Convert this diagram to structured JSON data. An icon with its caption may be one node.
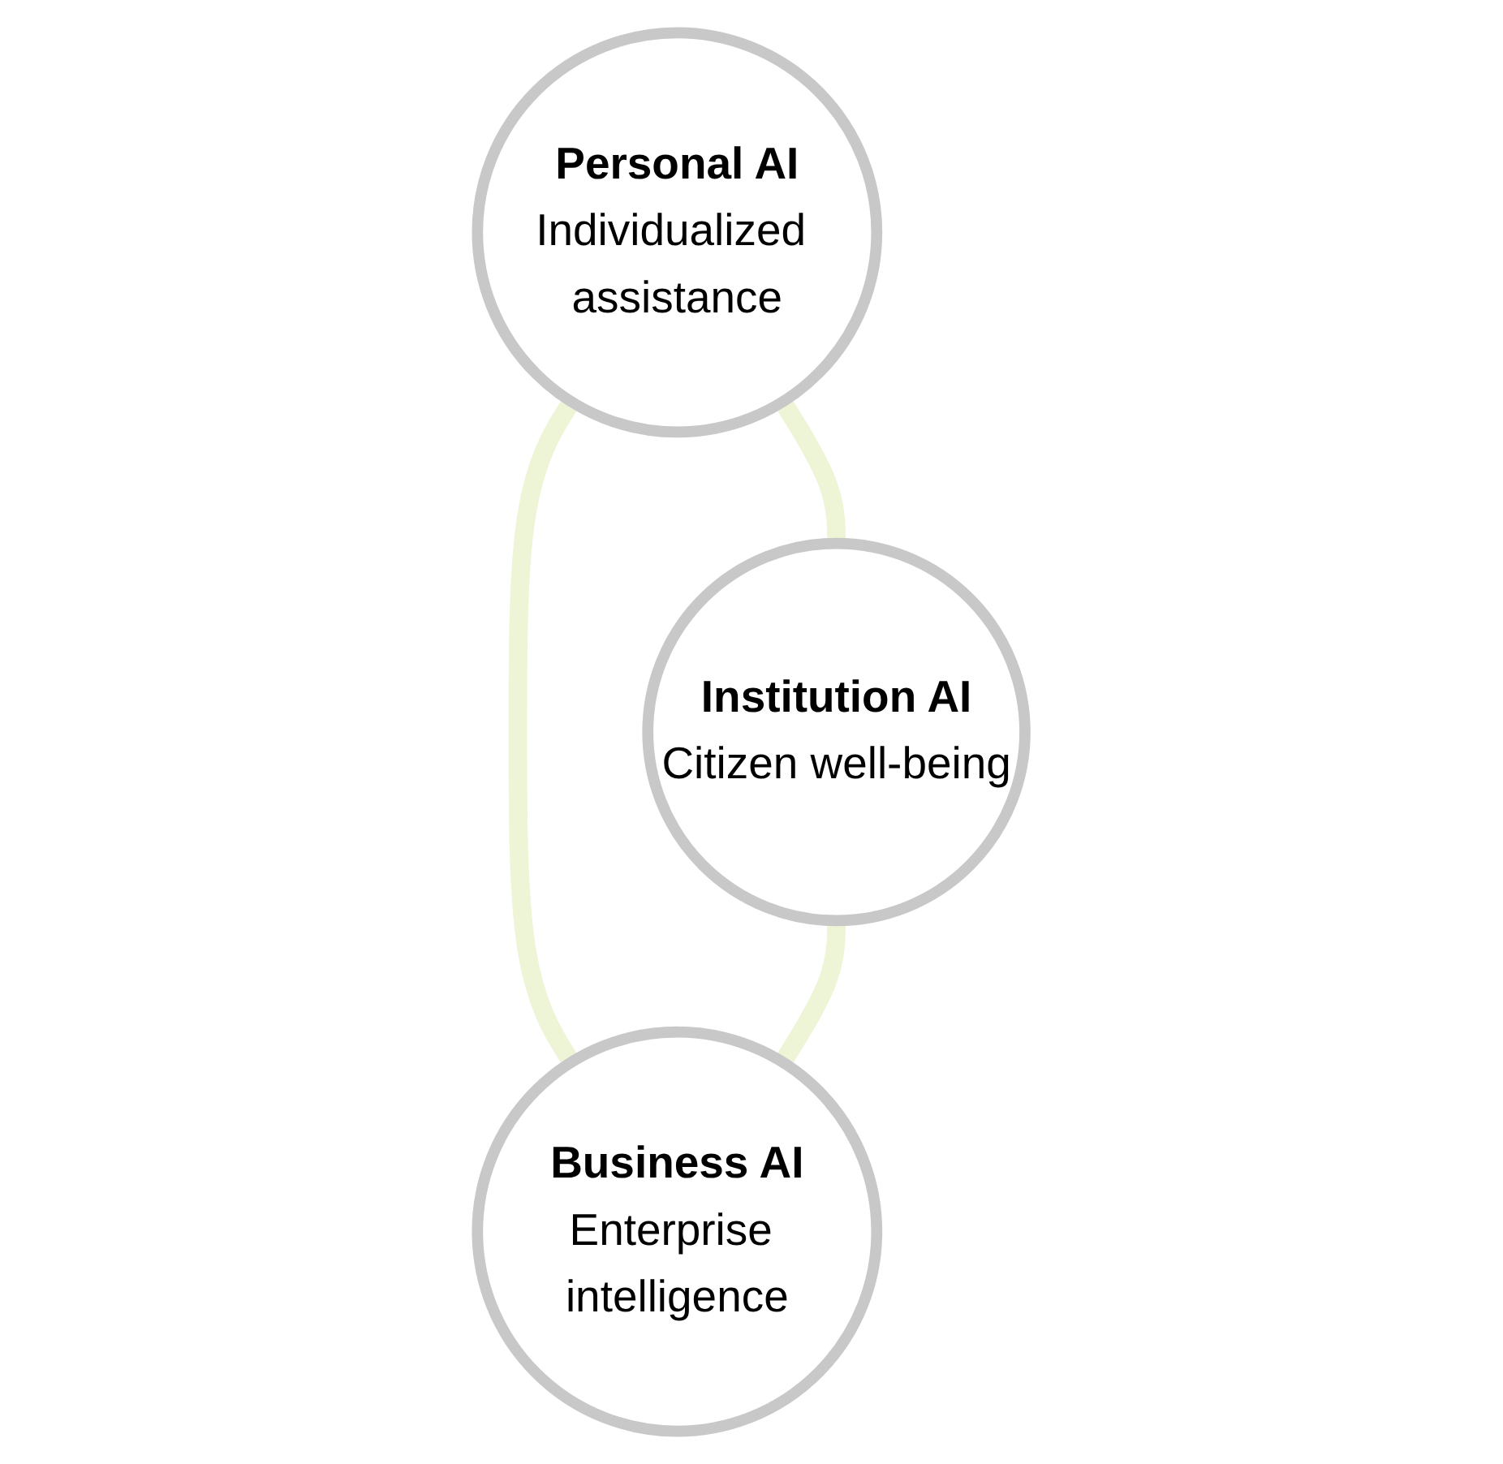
{
  "diagram": {
    "nodes": [
      {
        "text": [
          "Personal AI",
          "Individualized assistance"
        ]
      },
      {
        "text": [
          "Institution AI",
          "Citizen well-being"
        ]
      },
      {
        "text": [
          "Business AI",
          "Enterprise intelligence"
        ]
      }
    ],
    "edges": [
      {
        "from": 0,
        "to": 1,
        "arrow": "none"
      },
      {
        "from": 0,
        "to": 2,
        "arrow": "none"
      },
      {
        "from": 1,
        "to": 2,
        "arrow": "none"
      }
    ]
  }
}
